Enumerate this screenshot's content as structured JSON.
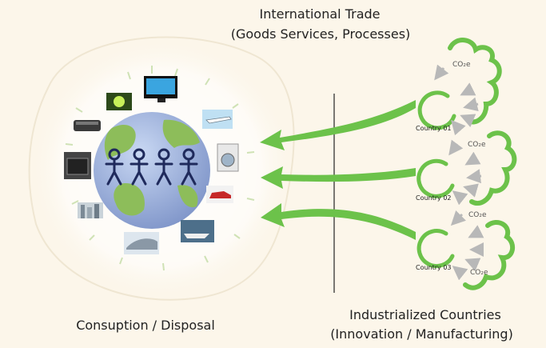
{
  "header": {
    "title_line1": "International Trade",
    "title_line2": "(Goods Services, Processes)"
  },
  "left": {
    "caption": "Consuption / Disposal"
  },
  "right": {
    "caption_line1": "Industrialized Countries",
    "caption_line2": "(Innovation / Manufacturing)"
  },
  "countries": [
    {
      "name": "Country 01",
      "emission": "CO₂e"
    },
    {
      "name": "Country 02",
      "emission": "CO₂e"
    },
    {
      "name": "Country 03",
      "emission": "CO₂e"
    }
  ],
  "emission_label_extra": "CO₂e",
  "colors": {
    "background": "#fcf6ea",
    "arrow_green": "#6cc24a",
    "globe_blue": "#8fa6d8",
    "globe_land": "#8dbd5a",
    "people": "#1f2a5c",
    "co2_arrow": "#b8b8b8"
  },
  "icons": [
    "monitor-icon",
    "plant-lamp-icon",
    "airplane-icon",
    "washing-machine-icon",
    "car-icon",
    "motorboat-icon",
    "train-icon",
    "city-icon",
    "oven-icon",
    "projector-icon",
    "person-icon"
  ]
}
